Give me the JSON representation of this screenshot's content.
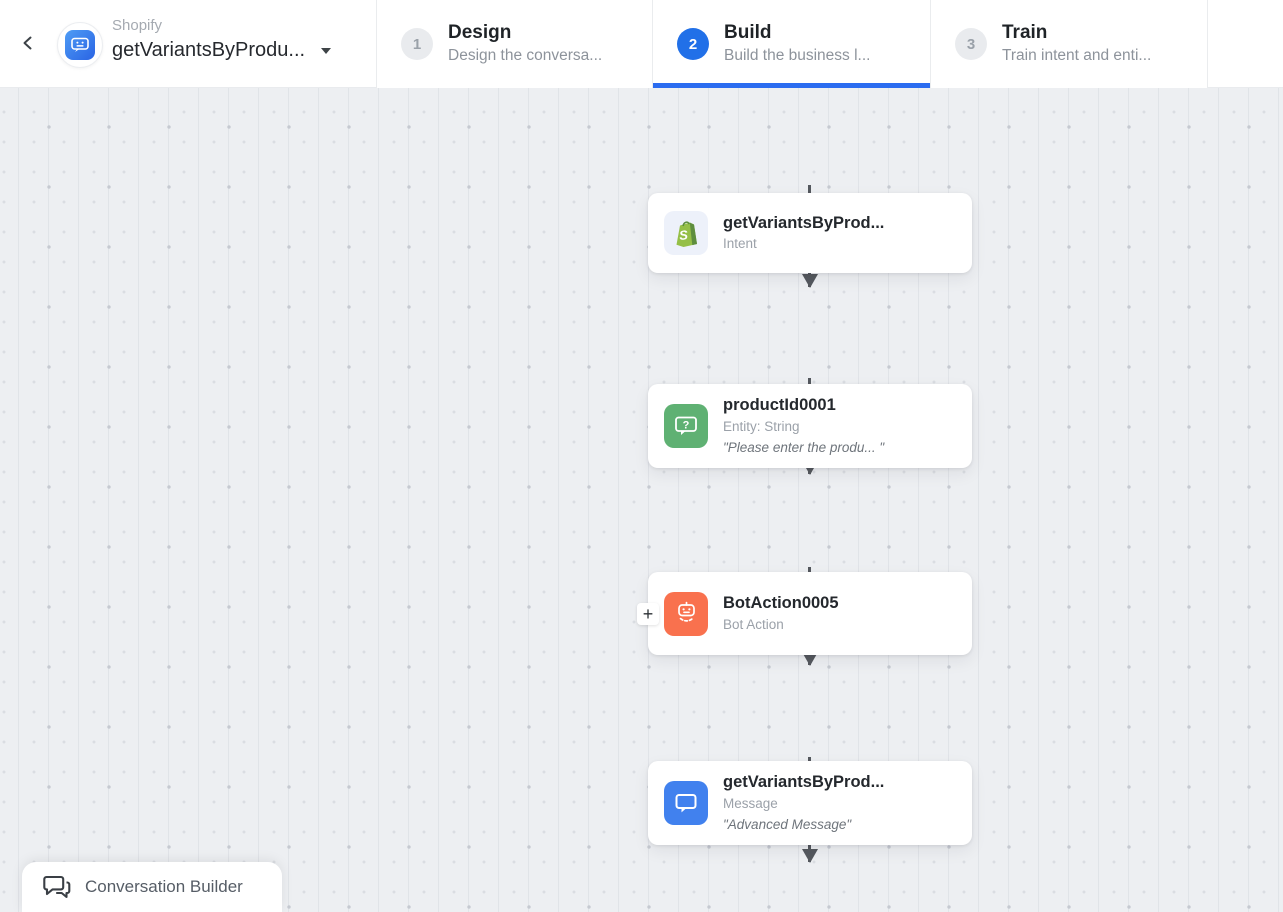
{
  "header": {
    "app": {
      "label": "Shopify",
      "title": "getVariantsByProdu..."
    },
    "tabs": [
      {
        "step": "1",
        "title": "Design",
        "subtitle": "Design the conversa...",
        "active": false
      },
      {
        "step": "2",
        "title": "Build",
        "subtitle": "Build the business l...",
        "active": true
      },
      {
        "step": "3",
        "title": "Train",
        "subtitle": "Train intent and enti...",
        "active": false
      }
    ]
  },
  "canvas": {
    "nodes": [
      {
        "title": "getVariantsByProd...",
        "type": "Intent",
        "quote": "",
        "icon": "shopify-bag-icon",
        "icon_bg": "#edf1fa"
      },
      {
        "title": "productId0001",
        "type": "Entity: String",
        "quote": "\"Please enter the produ... \"",
        "icon": "entity-bubble-icon",
        "icon_bg": "#5fb173"
      },
      {
        "title": "BotAction0005",
        "type": "Bot Action",
        "quote": "",
        "icon": "robot-icon",
        "icon_bg": "#f9714e"
      },
      {
        "title": "getVariantsByProd...",
        "type": "Message",
        "quote": "\"Advanced Message\"",
        "icon": "message-bubble-icon",
        "icon_bg": "#4181ee"
      }
    ],
    "add_node_label": "+"
  },
  "footer": {
    "builder_label": "Conversation Builder"
  },
  "colors": {
    "active_tab_blue": "#2170e8",
    "tab_underline_blue": "#2b6cf0",
    "canvas_bg": "#edeff2",
    "connector_gray": "#54585e",
    "entity_green": "#5fb173",
    "bot_orange": "#f9714e",
    "message_blue": "#4181ee",
    "shopify_green": "#95bf47",
    "shopify_green_dark": "#5e8e3e"
  }
}
